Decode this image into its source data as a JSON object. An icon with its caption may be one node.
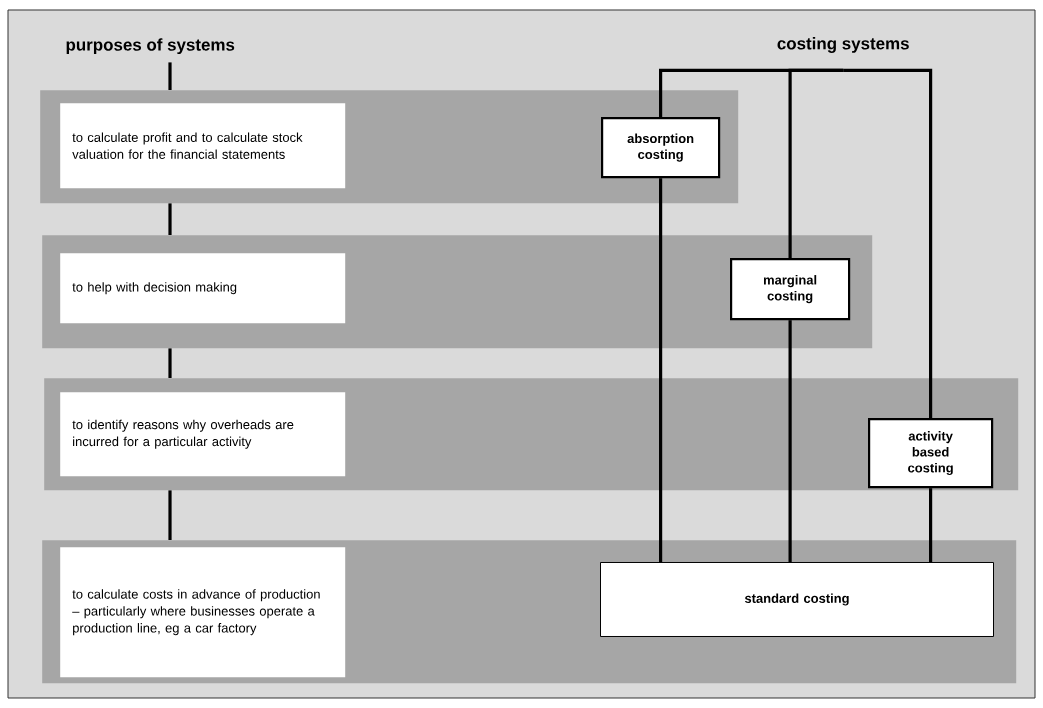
{
  "diagram": {
    "nodes": [
      {
        "text": [
          "purposes of systems"
        ]
      },
      {
        "text": [
          "costing systems"
        ]
      },
      {
        "text": [],
        "shape": "box"
      },
      {
        "text": [
          "to calculate profit and to calculate stock valuation for the financial statements"
        ],
        "in": 2
      },
      {
        "text": [
          "absorption costing"
        ],
        "in": 2
      },
      {
        "text": [],
        "shape": "box"
      },
      {
        "text": [
          "to help with decision making"
        ],
        "in": 5
      },
      {
        "text": [
          "marginal costing"
        ],
        "in": 5
      },
      {
        "text": [],
        "shape": "box"
      },
      {
        "text": [
          "to identify reasons why overheads are incurred for a particular activity"
        ],
        "in": 8
      },
      {
        "text": [
          "activity based costing"
        ],
        "in": 8
      },
      {
        "text": [],
        "shape": "box"
      },
      {
        "text": [
          "to calculate costs in advance of production – particularly where businesses operate a production line, eg a car factory"
        ],
        "in": 11
      },
      {
        "text": [
          "standard costing"
        ],
        "in": 11
      }
    ],
    "edges": [
      {
        "from": 0,
        "to": 2,
        "arrow": "none"
      },
      {
        "from": 2,
        "to": 5,
        "arrow": "none"
      },
      {
        "from": 5,
        "to": 8,
        "arrow": "none"
      },
      {
        "from": 8,
        "to": 11,
        "arrow": "none"
      },
      {
        "from": 1,
        "to": 4,
        "arrow": "none"
      },
      {
        "from": 1,
        "to": 7,
        "arrow": "none"
      },
      {
        "from": 1,
        "to": 10,
        "arrow": "none"
      },
      {
        "from": 4,
        "to": 13,
        "arrow": "none"
      },
      {
        "from": 7,
        "to": 13,
        "arrow": "none"
      },
      {
        "from": 10,
        "to": 13,
        "arrow": "none"
      }
    ]
  }
}
